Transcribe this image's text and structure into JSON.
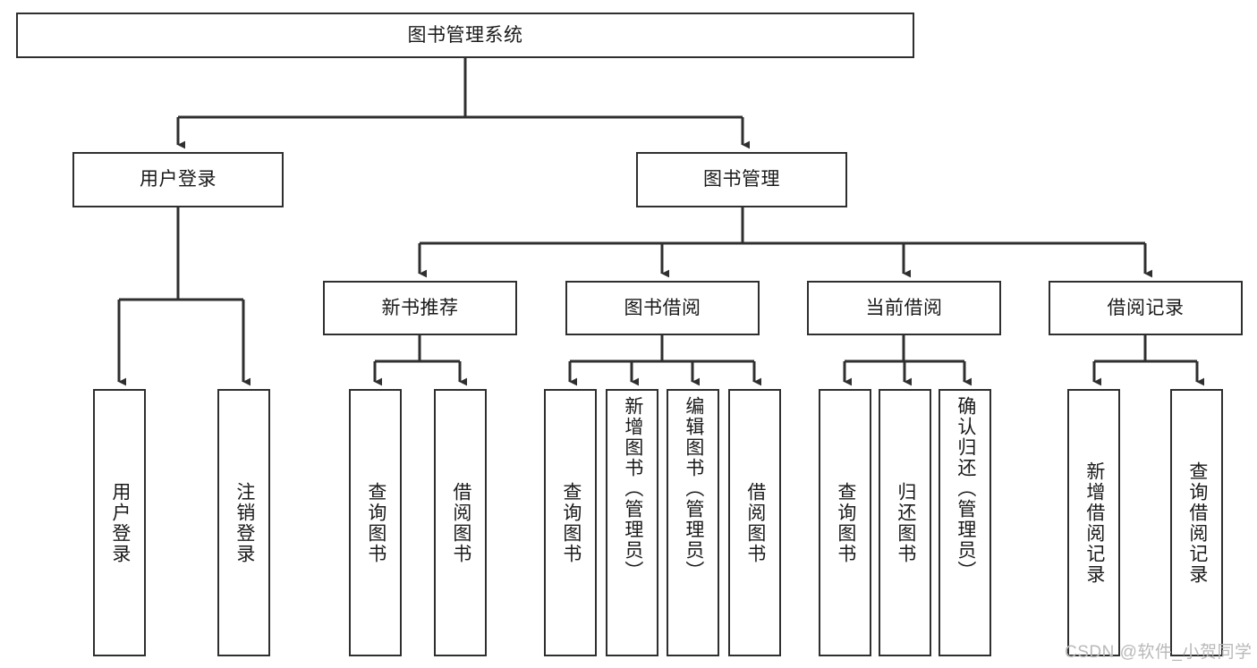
{
  "diagram": {
    "type": "tree-hierarchy",
    "title": "图书管理系统",
    "root": {
      "label": "图书管理系统"
    },
    "level2": [
      {
        "label": "用户登录"
      },
      {
        "label": "图书管理"
      }
    ],
    "level3": [
      {
        "label": "新书推荐"
      },
      {
        "label": "图书借阅"
      },
      {
        "label": "当前借阅"
      },
      {
        "label": "借阅记录"
      }
    ],
    "leaves": {
      "user_login": [
        {
          "label": "用户登录"
        },
        {
          "label": "注销登录"
        }
      ],
      "new_book_recommend": [
        {
          "label": "查询图书"
        },
        {
          "label": "借阅图书"
        }
      ],
      "book_borrow": [
        {
          "label": "查询图书"
        },
        {
          "label": "新增图书（管理员）"
        },
        {
          "label": "编辑图书（管理员）"
        },
        {
          "label": "借阅图书"
        }
      ],
      "current_borrow": [
        {
          "label": "查询图书"
        },
        {
          "label": "归还图书"
        },
        {
          "label": "确认归还（管理员）"
        }
      ],
      "borrow_record": [
        {
          "label": "新增借阅记录"
        },
        {
          "label": "查询借阅记录"
        }
      ]
    }
  },
  "watermark": {
    "text": "CSDN @软件_小贺同学"
  },
  "colors": {
    "stroke": "#2f2f2f",
    "background": "#ffffff",
    "text": "#1a1a1a",
    "watermark": "#b9b9b9"
  }
}
